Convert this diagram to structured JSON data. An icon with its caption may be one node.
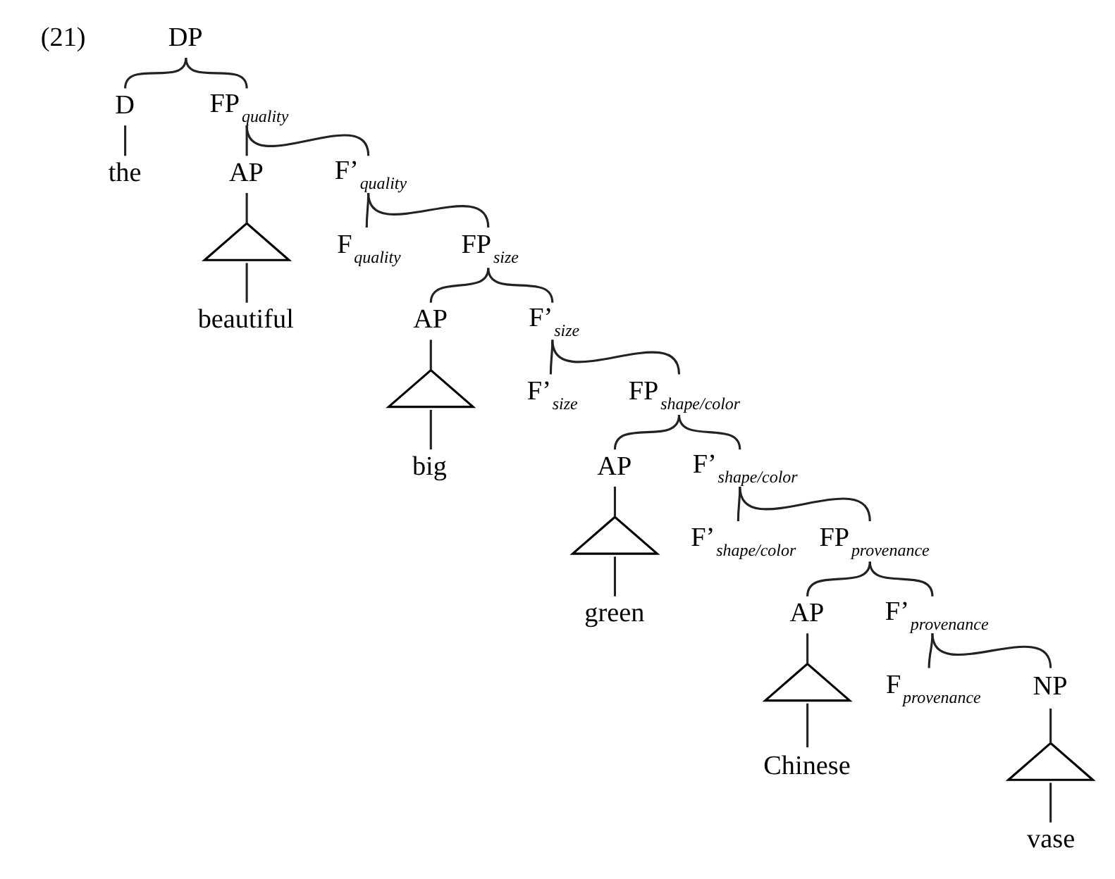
{
  "diagram": {
    "nodes": [
      {
        "text": [
          "DP"
        ]
      },
      {
        "text": [
          "D"
        ]
      },
      {
        "text": [
          "FP$_{quality}$"
        ]
      },
      {
        "text": [
          "the"
        ]
      },
      {
        "text": [
          "AP"
        ]
      },
      {
        "text": [
          "F’$_{quality}$"
        ]
      },
      {
        "text": [],
        "shape": "triangle"
      },
      {
        "text": [
          "beautiful"
        ]
      },
      {
        "text": [
          "F$_{quality}$"
        ]
      },
      {
        "text": [
          "FP$_{size}$"
        ]
      },
      {
        "text": [
          "AP"
        ]
      },
      {
        "text": [
          "F’$_{size}$"
        ]
      },
      {
        "text": [],
        "shape": "triangle"
      },
      {
        "text": [
          "big"
        ]
      },
      {
        "text": [
          "F’$_{size}$"
        ]
      },
      {
        "text": [
          "FP$_{shape/color}$"
        ]
      },
      {
        "text": [
          "AP"
        ]
      },
      {
        "text": [
          "F’$_{shape/color}$"
        ]
      },
      {
        "text": [],
        "shape": "triangle"
      },
      {
        "text": [
          "green"
        ]
      },
      {
        "text": [
          "F’$_{shape/color}$"
        ]
      },
      {
        "text": [
          "FP$_{provenance}$"
        ]
      },
      {
        "text": [
          "AP"
        ]
      },
      {
        "text": [
          "F’$_{provenance}$"
        ]
      },
      {
        "text": [],
        "shape": "triangle"
      },
      {
        "text": [
          "Chinese"
        ]
      },
      {
        "text": [
          "F$_{provenance}$"
        ]
      },
      {
        "text": [
          "NP"
        ]
      },
      {
        "text": [],
        "shape": "triangle"
      },
      {
        "text": [
          "vase"
        ]
      }
    ],
    "edges": [
      {
        "from": 0,
        "to": 1,
        "arrow": "none"
      },
      {
        "from": 0,
        "to": 2,
        "arrow": "none"
      },
      {
        "from": 1,
        "to": 3,
        "arrow": "none"
      },
      {
        "from": 2,
        "to": 4,
        "arrow": "none"
      },
      {
        "from": 2,
        "to": 5,
        "arrow": "none"
      },
      {
        "from": 4,
        "to": 6,
        "arrow": "none"
      },
      {
        "from": 6,
        "to": 7,
        "arrow": "none"
      },
      {
        "from": 5,
        "to": 8,
        "arrow": "none"
      },
      {
        "from": 5,
        "to": 9,
        "arrow": "none"
      },
      {
        "from": 9,
        "to": 10,
        "arrow": "none"
      },
      {
        "from": 9,
        "to": 11,
        "arrow": "none"
      },
      {
        "from": 10,
        "to": 12,
        "arrow": "none"
      },
      {
        "from": 12,
        "to": 13,
        "arrow": "none"
      },
      {
        "from": 11,
        "to": 14,
        "arrow": "none"
      },
      {
        "from": 11,
        "to": 15,
        "arrow": "none"
      },
      {
        "from": 15,
        "to": 16,
        "arrow": "none"
      },
      {
        "from": 15,
        "to": 17,
        "arrow": "none"
      },
      {
        "from": 16,
        "to": 18,
        "arrow": "none"
      },
      {
        "from": 18,
        "to": 19,
        "arrow": "none"
      },
      {
        "from": 17,
        "to": 20,
        "arrow": "none"
      },
      {
        "from": 17,
        "to": 21,
        "arrow": "none"
      },
      {
        "from": 21,
        "to": 22,
        "arrow": "none"
      },
      {
        "from": 21,
        "to": 23,
        "arrow": "none"
      },
      {
        "from": 22,
        "to": 24,
        "arrow": "none"
      },
      {
        "from": 24,
        "to": 25,
        "arrow": "none"
      },
      {
        "from": 23,
        "to": 26,
        "arrow": "none"
      },
      {
        "from": 23,
        "to": 27,
        "arrow": "none"
      },
      {
        "from": 27,
        "to": 28,
        "arrow": "none"
      },
      {
        "from": 28,
        "to": 29,
        "arrow": "none"
      }
    ],
    "labels": [
      "(21)"
    ]
  }
}
